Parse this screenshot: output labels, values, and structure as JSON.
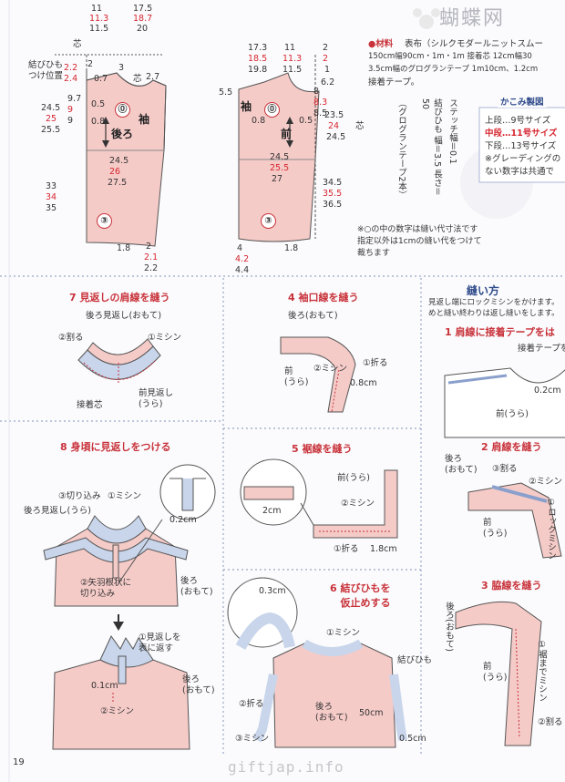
{
  "watermark": "蝴蝶网",
  "footer": {
    "page_number": "19",
    "site": "giftjap.info"
  },
  "pattern_back": {
    "piece_label": "後ろ",
    "sleeve": "袖",
    "piece_no": "⓪",
    "lower_no": "③",
    "attach": "結びひも\nつけ位置",
    "shin": "芯",
    "top_row1": [
      "11",
      "17.5"
    ],
    "top_row2": [
      "11.3",
      "18.7"
    ],
    "top_row3": [
      "11.5",
      "20"
    ],
    "left1": [
      "2.2",
      "2.4"
    ],
    "mid1": [
      "2",
      "0.7",
      "3",
      "2.7"
    ],
    "left2": [
      "9.7",
      "9",
      "9"
    ],
    "left_len": [
      "24.5",
      "25",
      "25.5"
    ],
    "small": [
      "0.8",
      "0.5"
    ],
    "waist": [
      "24.5",
      "26",
      "27.5"
    ],
    "left_long": [
      "33",
      "34",
      "35"
    ],
    "bottom": [
      "1.8",
      "2",
      "2.1",
      "2.2"
    ]
  },
  "pattern_front": {
    "piece_label": "前",
    "sleeve": "袖",
    "piece_no": "⓪",
    "lower_no": "③",
    "shin": "芯",
    "top_row1": [
      "17.3",
      "11",
      "2"
    ],
    "top_row2": [
      "18.5",
      "11.3",
      "2"
    ],
    "top_row3": [
      "19.8",
      "11.5",
      "1"
    ],
    "shoulder": [
      "5.5",
      "6.2",
      "8",
      "8.3",
      "8.5"
    ],
    "small": [
      "0.8",
      "0.5"
    ],
    "right_len": [
      "23.5",
      "24",
      "24.5"
    ],
    "waist": [
      "24.5",
      "25.5",
      "27"
    ],
    "right_long": [
      "34.5",
      "35.5",
      "36.5"
    ],
    "bottom": [
      "4",
      "1.8",
      "4.2",
      "4.4"
    ]
  },
  "materials": {
    "head": "●材料",
    "lines": [
      "表布（シルクモダールニットスムー",
      "150cm幅90cm・1m・1m 接着芯 12cm幅30",
      "3.5cm幅のグログランテープ 1m10cm、1.2cm",
      "接着テープ。"
    ],
    "stitch": "ステッチ幅＝0.1",
    "tie": "結びひも 幅＝3.5 長さ＝50",
    "tape": "（グログランテープ2本）",
    "note": "※○の中の数字は縫い代寸法です\n指定以外は1cmの縫い代をつけて\n裁ちます"
  },
  "sizes_box": {
    "title": "かこみ製図",
    "rows": [
      "上段…9号サイズ",
      "中段…11号サイズ",
      "下段…13号サイズ",
      "※グレーディングの",
      "ない数字は共通で"
    ]
  },
  "steps": {
    "s7": {
      "title": "7 見返しの肩線を縫う",
      "labels": [
        "後ろ見返し(おもて)",
        "②割る",
        "①ミシン",
        "接着芯",
        "前見返し\n(うら)"
      ]
    },
    "s8": {
      "title": "8 身頃に見返しをつける",
      "labels": [
        "③切り込み",
        "①ミシン",
        "後ろ見返し(うら)",
        "②矢羽根状に\n切り込み",
        "後ろ\n(おもて)",
        "0.2cm",
        "①見返しを\n表に返す",
        "0.1cm",
        "②ミシン",
        "後ろ\n(おもて)"
      ]
    },
    "s4": {
      "title": "4 袖口線を縫う",
      "labels": [
        "後ろ(おもて)",
        "前\n(うら)",
        "②ミシン",
        "①折る",
        "0.8cm"
      ]
    },
    "s5": {
      "title": "5 裾線を縫う",
      "labels": [
        "前(うら)",
        "2cm",
        "②ミシン",
        "①折る",
        "1.8cm"
      ]
    },
    "s6": {
      "title": "6 結びひもを\n仮止めする",
      "labels": [
        "0.3cm",
        "①ミシン",
        "結びひも",
        "②折る",
        "後ろ\n(おもて)",
        "③ミシン",
        "50cm",
        "0.5cm"
      ]
    },
    "sewing": {
      "title": "縫い方",
      "intro": "見返し端にロックミシンをかけます。\nめと縫い終わりは返し縫いをします。"
    },
    "s1": {
      "title": "1 肩線に接着テープをは",
      "labels": [
        "接着テープを",
        "0.2cm",
        "前(うら)"
      ]
    },
    "s2": {
      "title": "2 肩線を縫う",
      "labels": [
        "後ろ\n(おもて)",
        "③割る",
        "②ミシン",
        "前\n(うら)",
        "①ロックミシン"
      ]
    },
    "s3": {
      "title": "3 脇線を縫う",
      "labels": [
        "後ろ(おもて)",
        "前\n(うら)",
        "①裾までミシン",
        "②割る"
      ]
    }
  },
  "colors": {
    "pink": "#f5cbc8",
    "red": "#d6262f",
    "blue": "#c8d5ea",
    "line": "#555555"
  }
}
